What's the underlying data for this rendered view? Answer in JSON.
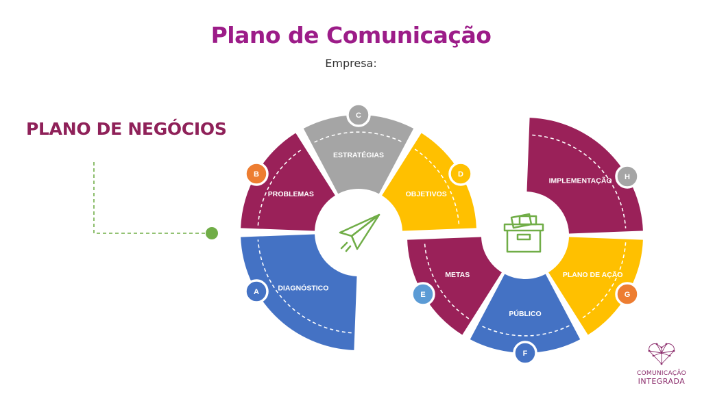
{
  "header": {
    "title": "Plano de Comunicação",
    "subtitle": "Empresa:"
  },
  "side_heading": "PLANO DE NEGÓCIOS",
  "segments": [
    {
      "letter": "A",
      "label": "DIAGNÓSTICO",
      "color": "#4472c4"
    },
    {
      "letter": "B",
      "label": "PROBLEMAS",
      "color": "#9a2159"
    },
    {
      "letter": "C",
      "label": "ESTRATÉGIAS",
      "color": "#a5a5a5"
    },
    {
      "letter": "D",
      "label": "OBJETIVOS",
      "color": "#ffc000"
    },
    {
      "letter": "E",
      "label": "METAS",
      "color": "#9a2159"
    },
    {
      "letter": "F",
      "label": "PÚBLICO",
      "color": "#4472c4"
    },
    {
      "letter": "G",
      "label": "PLANO DE AÇÃO",
      "color": "#ffc000"
    },
    {
      "letter": "H",
      "label": "IMPLEMENTAÇÃO",
      "color": "#9a2159"
    }
  ],
  "badge_colors": {
    "A": "#4472c4",
    "B": "#ed7d31",
    "C": "#a5a5a5",
    "D": "#ffc000",
    "E": "#5b9bd5",
    "F": "#4472c4",
    "G": "#ed7d31",
    "H": "#a5a5a5"
  },
  "icons": {
    "left_center": "paper-plane-icon",
    "right_center": "box-with-money-icon"
  },
  "accent_colors": {
    "green": "#70ad47",
    "blue_dot": "#4472c4",
    "gray_dot": "#a5a5a5"
  },
  "brand": {
    "line1": "COMUNICAÇÃO",
    "line2": "INTEGRADA"
  }
}
